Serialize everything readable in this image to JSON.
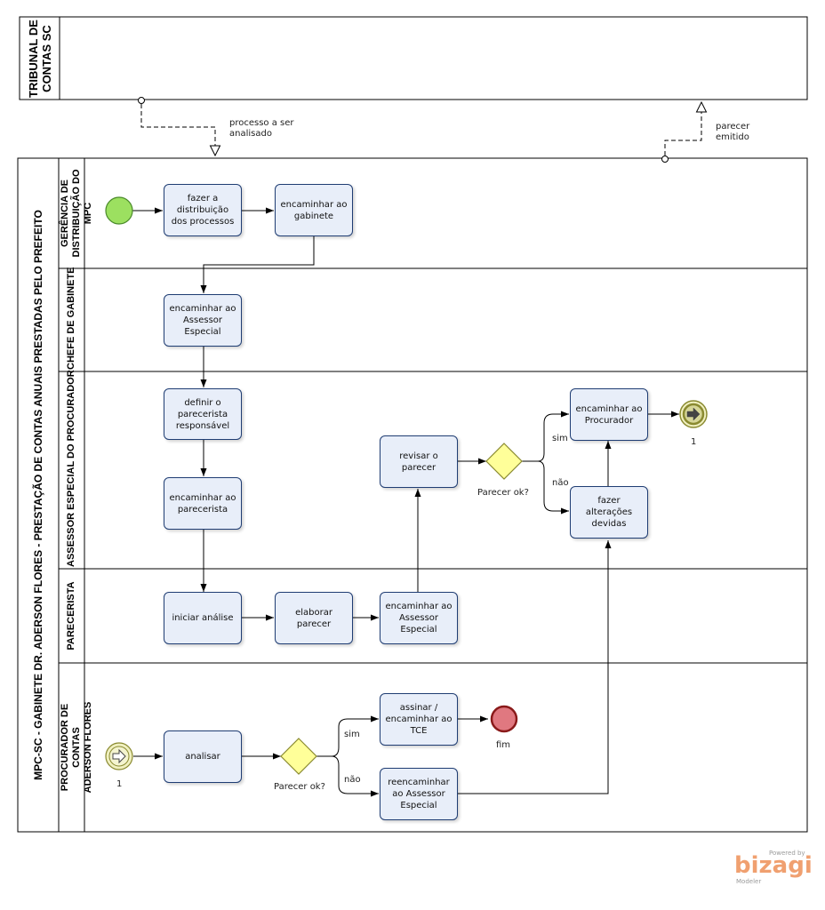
{
  "pools": {
    "tce": "TRIBUNAL DE\nCONTAS SC",
    "mpc": "MPC-SC -   GABINETE DR. ADERSON FLORES - PRESTAÇÃO DE CONTAS ANUAIS PRESTADAS PELO PREFEITO"
  },
  "lanes": {
    "gerencia": "GERÊNCIA DE\nDISTRIBUIÇÃO DO MPC",
    "chefe": "CHEFE DE GABINETE",
    "assessor": "ASSESSOR ESPECIAL  DO PROCURADOR",
    "parecerista": "PARECERISTA",
    "procurador": "PROCURADOR DE CONTAS\nADERSON FLORES"
  },
  "tasks": {
    "fazer_distribuicao": "fazer a\ndistribuição\ndos processos",
    "encaminhar_gabinete": "encaminhar ao\ngabinete",
    "encaminhar_assessor_chefe": "encaminhar ao\nAssessor\nEspecial",
    "definir_parecerista": "definir o\nparecerista\nresponsável",
    "encaminhar_parecerista": "encaminhar ao\nparecerista",
    "revisar_parecer": "revisar o\nparecer",
    "encaminhar_procurador": "encaminhar ao\nProcurador",
    "fazer_alteracoes": "fazer alterações\ndevidas",
    "iniciar_analise": "iniciar análise",
    "elaborar_parecer": "elaborar\nparecer",
    "encaminhar_assessor_parecerista": "encaminhar ao\nAssessor\nEspecial",
    "analisar": "analisar",
    "assinar_encaminhar": "assinar /\nencaminhar ao\nTCE",
    "reencaminhar_assessor": "reencaminhar\nao Assessor\nEspecial"
  },
  "labels": {
    "processo_a_ser_analisado": "processo a ser\nanalisado",
    "parecer_emitido": "parecer\nemitido",
    "gateway_assessor": "Parecer ok?",
    "gateway_procurador": "Parecer ok?",
    "sim_assessor": "sim",
    "nao_assessor": "não",
    "sim_procurador": "sim",
    "nao_procurador": "não",
    "link_throw": "1",
    "link_catch": "1",
    "fim": "fim"
  },
  "logo": {
    "powered": "Powered by",
    "brand": "bizagi",
    "product": "Modeler"
  },
  "colors": {
    "task_fill": "#e8eef9",
    "task_border": "#1f3d73",
    "start_event": "#9ce060",
    "end_event": "#e07880",
    "gateway": "#ffff99",
    "link_event": "#f0f0c0",
    "logo": "#f0a070"
  },
  "icons": {
    "start": "start-event-icon",
    "end": "end-event-icon",
    "link_throw": "link-throw-event-icon",
    "link_catch": "link-catch-event-icon",
    "gateway": "exclusive-gateway-icon"
  }
}
